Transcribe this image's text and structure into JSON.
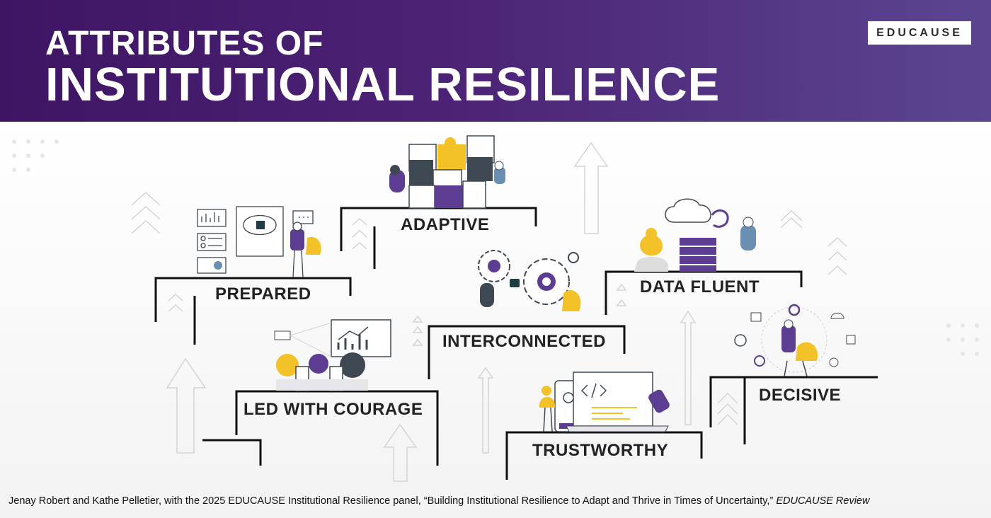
{
  "header": {
    "title_line1": "ATTRIBUTES OF",
    "title_line2": "INSTITUTIONAL RESILIENCE",
    "logo_text": "EDUCAUSE"
  },
  "attributes": {
    "adaptive": "ADAPTIVE",
    "prepared": "PREPARED",
    "interconnected": "INTERCONNECTED",
    "data_fluent": "DATA FLUENT",
    "led_with_courage": "LED WITH COURAGE",
    "decisive": "DECISIVE",
    "trustworthy": "TRUSTWORTHY"
  },
  "footer": {
    "citation": "Jenay Robert and Kathe Pelletier, with the 2025 EDUCAUSE Institutional Resilience panel, “Building Institutional Resilience to Adapt and Thrive in Times of Uncertainty,” ",
    "publication": "EDUCAUSE Review"
  },
  "colors": {
    "purple_dark": "#3e1563",
    "purple_light": "#5b4592",
    "accent_yellow": "#f3c229",
    "accent_purple": "#5c3d91",
    "steel_blue": "#6b8fb3",
    "slate": "#3d4852"
  }
}
